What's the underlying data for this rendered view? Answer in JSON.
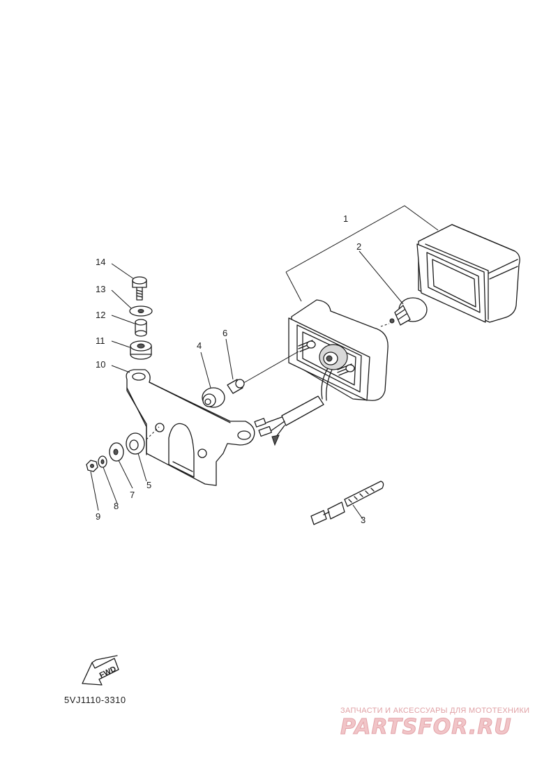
{
  "callouts": {
    "p1": "1",
    "p2": "2",
    "p3": "3",
    "p4": "4",
    "p5": "5",
    "p6": "6",
    "p7": "7",
    "p8": "8",
    "p9": "9",
    "p10": "10",
    "p11": "11",
    "p12": "12",
    "p13": "13",
    "p14": "14"
  },
  "fwd_label": "FWD",
  "diagram_code": "5VJ1110-3310",
  "watermark": {
    "tagline": "ЗАПЧАСТИ И АКСЕССУАРЫ ДЛЯ МОТОТЕХНИКИ",
    "brand": "PARTSFOR.RU"
  }
}
